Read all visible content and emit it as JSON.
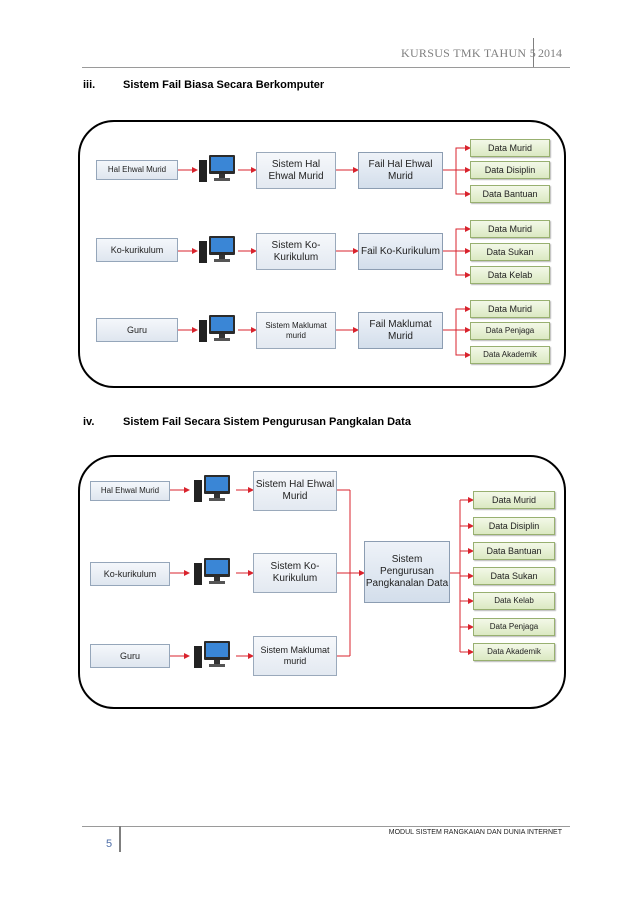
{
  "header": {
    "title": "KURSUS TMK TAHUN 5",
    "year": "2014"
  },
  "section_iii": {
    "number": "iii.",
    "title": "Sistem Fail Biasa Secara Berkomputer"
  },
  "section_iv": {
    "number": "iv.",
    "title": "Sistem Fail Secara Sistem Pengurusan Pangkalan Data"
  },
  "diagram1": {
    "rows": [
      {
        "input": "Hal Ehwal Murid",
        "system": "Sistem Hal Ehwal Murid",
        "file": "Fail Hal Ehwal Murid",
        "outputs": [
          "Data Murid",
          "Data Disiplin",
          "Data Bantuan"
        ]
      },
      {
        "input": "Ko-kurikulum",
        "system": "Sistem Ko-Kurikulum",
        "file": "Fail Ko-Kurikulum",
        "outputs": [
          "Data Murid",
          "Data Sukan",
          "Data Kelab"
        ]
      },
      {
        "input": "Guru",
        "system": "Sistem Maklumat murid",
        "file": "Fail Maklumat Murid",
        "outputs": [
          "Data Murid",
          "Data Penjaga",
          "Data Akademik"
        ]
      }
    ]
  },
  "diagram2": {
    "inputs": [
      "Hal Ehwal Murid",
      "Ko-kurikulum",
      "Guru"
    ],
    "systems": [
      "Sistem Hal Ehwal Murid",
      "Sistem Ko-Kurikulum",
      "Sistem Maklumat murid"
    ],
    "dbms": "Sistem Pengurusan Pangkanalan Data",
    "outputs": [
      "Data Murid",
      "Data Disiplin",
      "Data Bantuan",
      "Data Sukan",
      "Data Kelab",
      "Data Penjaga",
      "Data Akademik"
    ]
  },
  "footer": {
    "page": "5",
    "title": "MODUL SISTEM RANGKAIAN DAN DUNIA INTERNET"
  },
  "colors": {
    "arrow": "#d9232d",
    "frame": "#000000"
  }
}
